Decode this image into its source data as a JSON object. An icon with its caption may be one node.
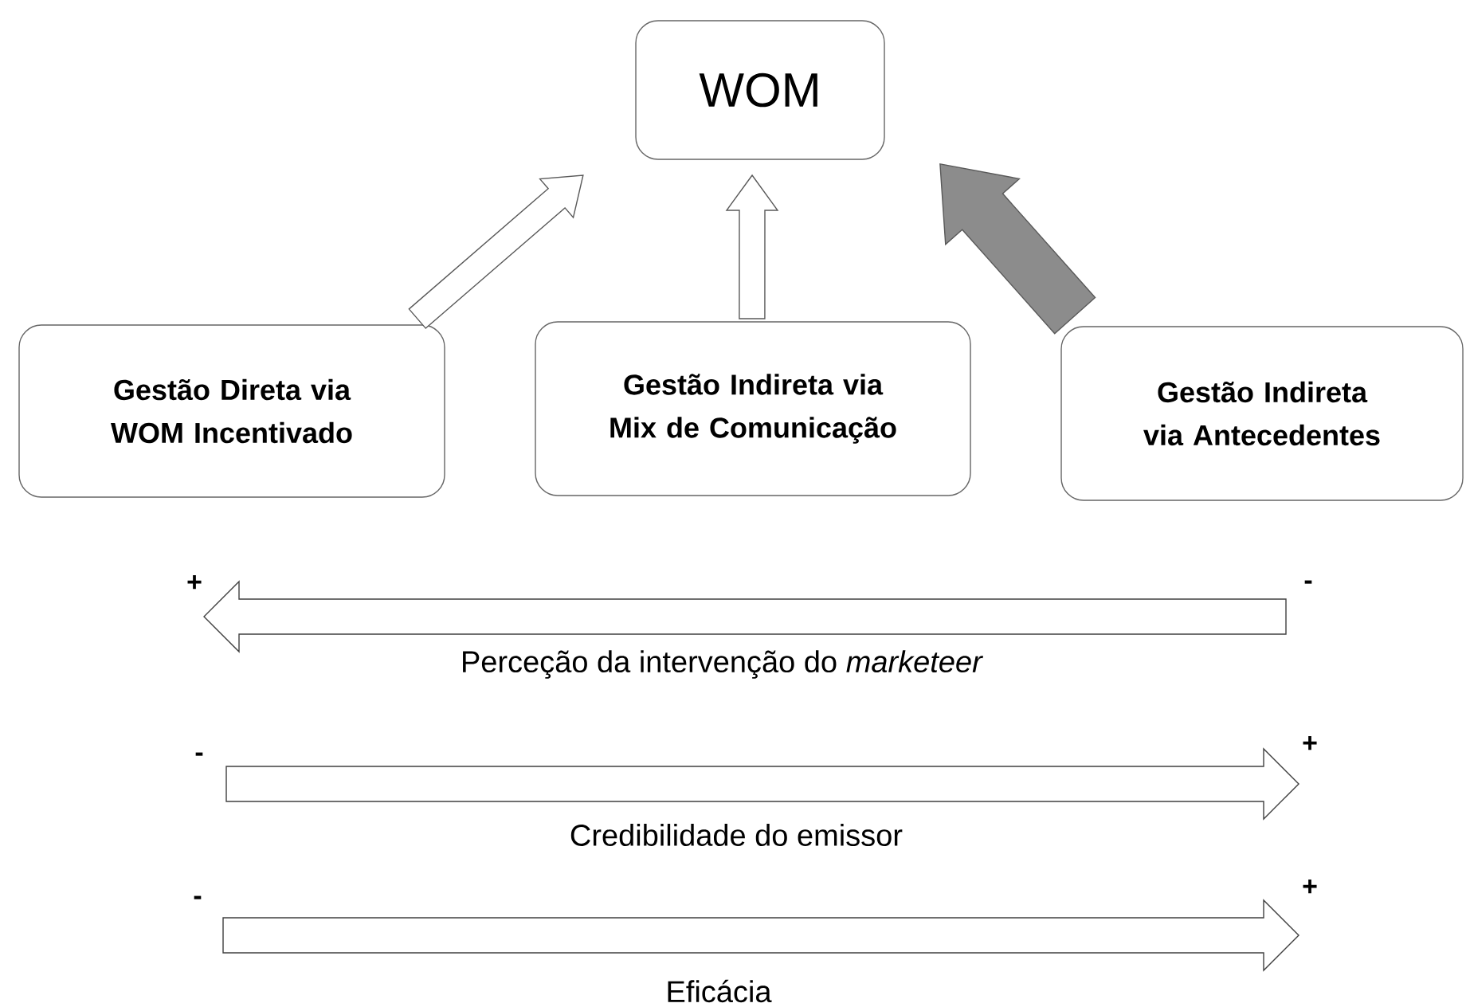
{
  "diagram": {
    "nodes": [
      {
        "text": [
          "WOM"
        ]
      },
      {
        "text": [
          "Gestão Direta via WOM Incentivado"
        ]
      },
      {
        "text": [
          "Gestão Indireta via Mix de Comunicação"
        ]
      },
      {
        "text": [
          "Gestão Indireta via Antecedentes"
        ]
      }
    ],
    "edges": [
      {
        "from": 1,
        "to": 0,
        "arrow": "to"
      },
      {
        "from": 2,
        "to": 0,
        "arrow": "to"
      },
      {
        "from": 3,
        "to": 0,
        "arrow": "to",
        "style": "thick",
        "color": "#8c8c8c"
      }
    ],
    "labels": [
      "+",
      "-",
      "Perceção da intervenção do *marketeer*",
      "-",
      "+",
      "Credibilidade do emissor",
      "-",
      "+",
      "Eficácia"
    ]
  }
}
